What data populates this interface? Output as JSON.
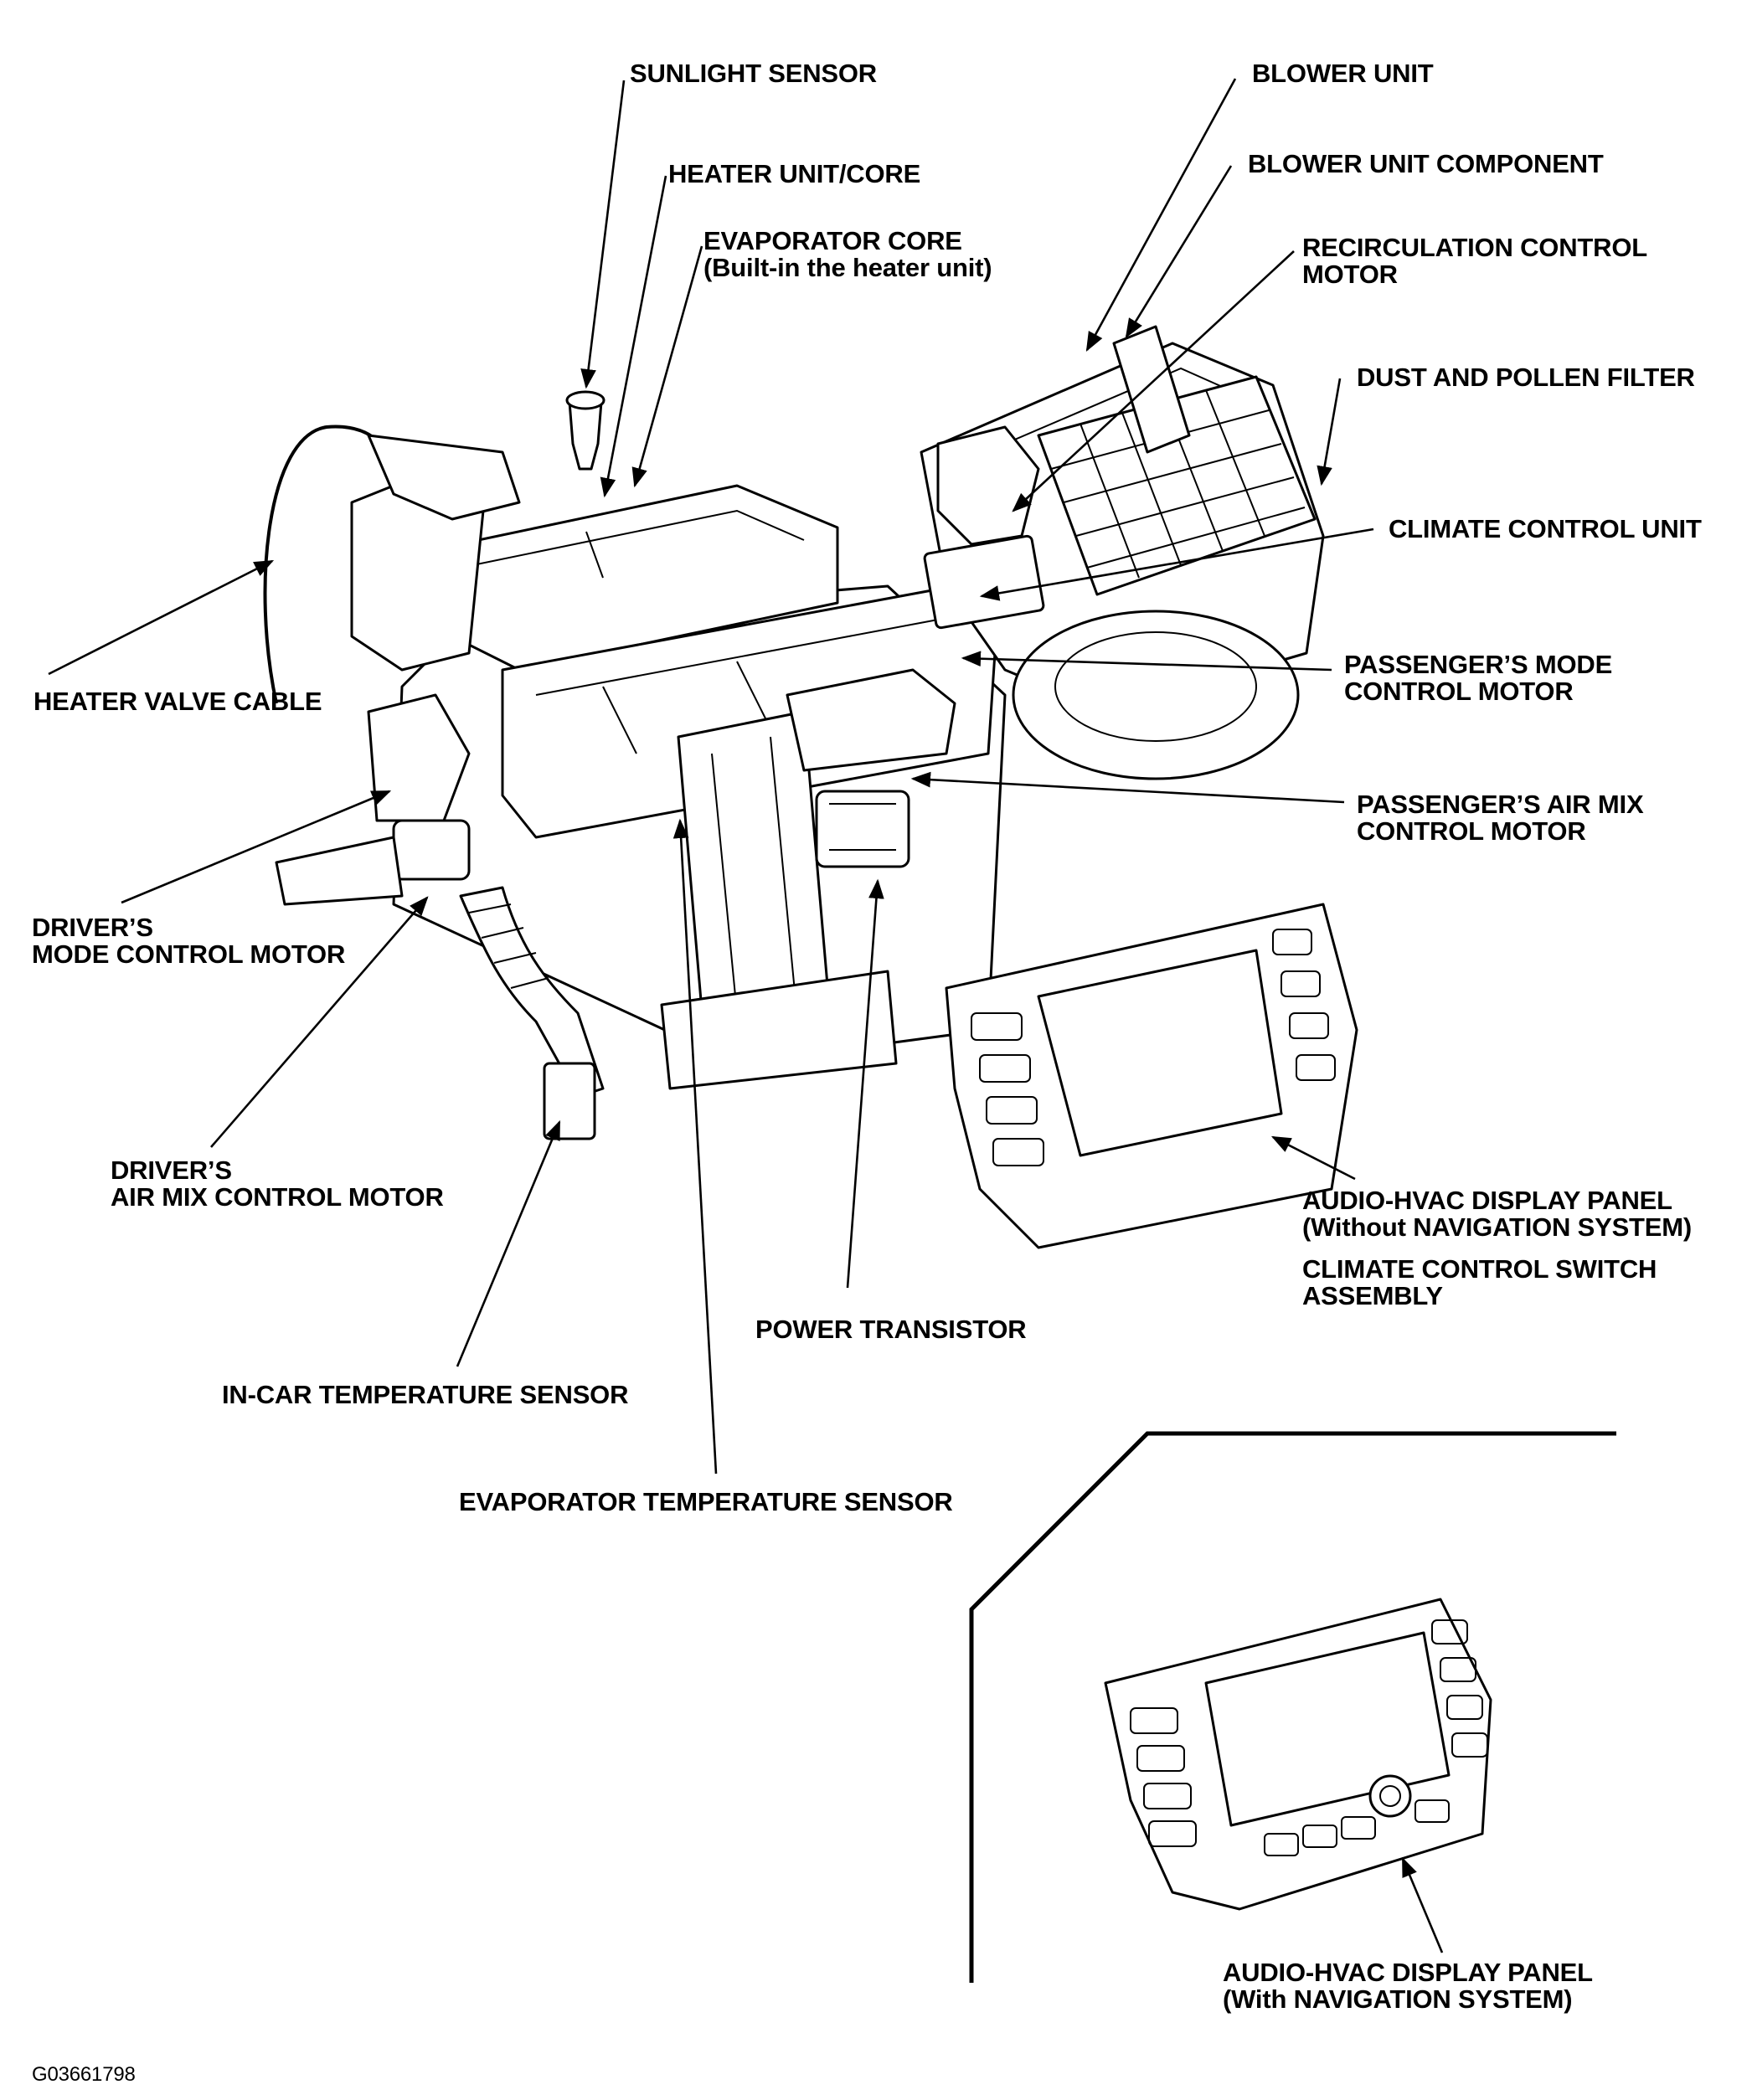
{
  "labels": {
    "sunlight_sensor": "SUNLIGHT SENSOR",
    "heater_unit_core": "HEATER UNIT/CORE",
    "evaporator_core": {
      "line1": "EVAPORATOR CORE",
      "line2": "(Built-in the heater unit)"
    },
    "blower_unit": "BLOWER UNIT",
    "blower_unit_component": "BLOWER UNIT COMPONENT",
    "recirculation_control_motor": {
      "line1": "RECIRCULATION CONTROL",
      "line2": "MOTOR"
    },
    "dust_and_pollen_filter": "DUST AND POLLEN FILTER",
    "climate_control_unit": "CLIMATE CONTROL UNIT",
    "passengers_mode_control_motor": {
      "line1": "PASSENGER’S MODE",
      "line2": "CONTROL MOTOR"
    },
    "passengers_air_mix_control_motor": {
      "line1": "PASSENGER’S AIR MIX",
      "line2": "CONTROL MOTOR"
    },
    "heater_valve_cable": "HEATER VALVE CABLE",
    "drivers_mode_control_motor": {
      "line1": "DRIVER’S",
      "line2": "MODE CONTROL MOTOR"
    },
    "drivers_air_mix_control_motor": {
      "line1": "DRIVER’S",
      "line2": "AIR MIX CONTROL MOTOR"
    },
    "audio_hvac_panel_without_nav": {
      "line1": "AUDIO-HVAC DISPLAY PANEL",
      "line2": "(Without NAVIGATION SYSTEM)"
    },
    "climate_control_switch_assembly": {
      "line1": "CLIMATE CONTROL SWITCH",
      "line2": "ASSEMBLY"
    },
    "power_transistor": "POWER TRANSISTOR",
    "in_car_temperature_sensor": "IN-CAR TEMPERATURE SENSOR",
    "evaporator_temperature_sensor": "EVAPORATOR TEMPERATURE SENSOR",
    "audio_hvac_panel_with_nav": {
      "line1": "AUDIO-HVAC DISPLAY PANEL",
      "line2": "(With NAVIGATION SYSTEM)"
    }
  },
  "figure_id": "G03661798"
}
